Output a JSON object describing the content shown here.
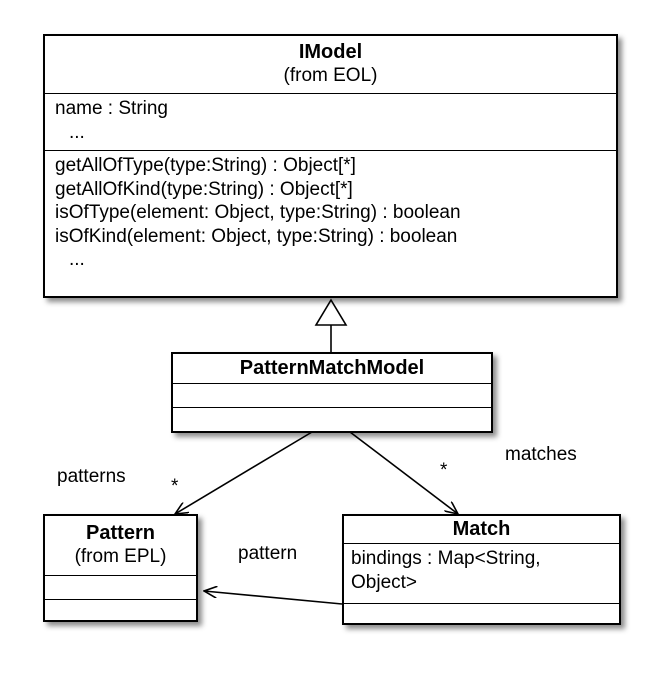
{
  "imodel": {
    "name": "IModel",
    "source": "(from EOL)",
    "attributes": [
      "name : String",
      "..."
    ],
    "operations": [
      "getAllOfType(type:String) : Object[*]",
      "getAllOfKind(type:String) : Object[*]",
      "isOfType(element: Object, type:String) : boolean",
      "isOfKind(element: Object, type:String) : boolean",
      "..."
    ]
  },
  "patternmatchmodel": {
    "name": "PatternMatchModel"
  },
  "pattern": {
    "name": "Pattern",
    "source": "(from EPL)"
  },
  "match": {
    "name": "Match",
    "attributes": [
      "bindings : Map<String,",
      "Object>"
    ]
  },
  "associations": {
    "patterns_label": "patterns",
    "patterns_multiplicity": "*",
    "matches_label": "matches",
    "matches_multiplicity": "*",
    "pattern_label": "pattern"
  }
}
